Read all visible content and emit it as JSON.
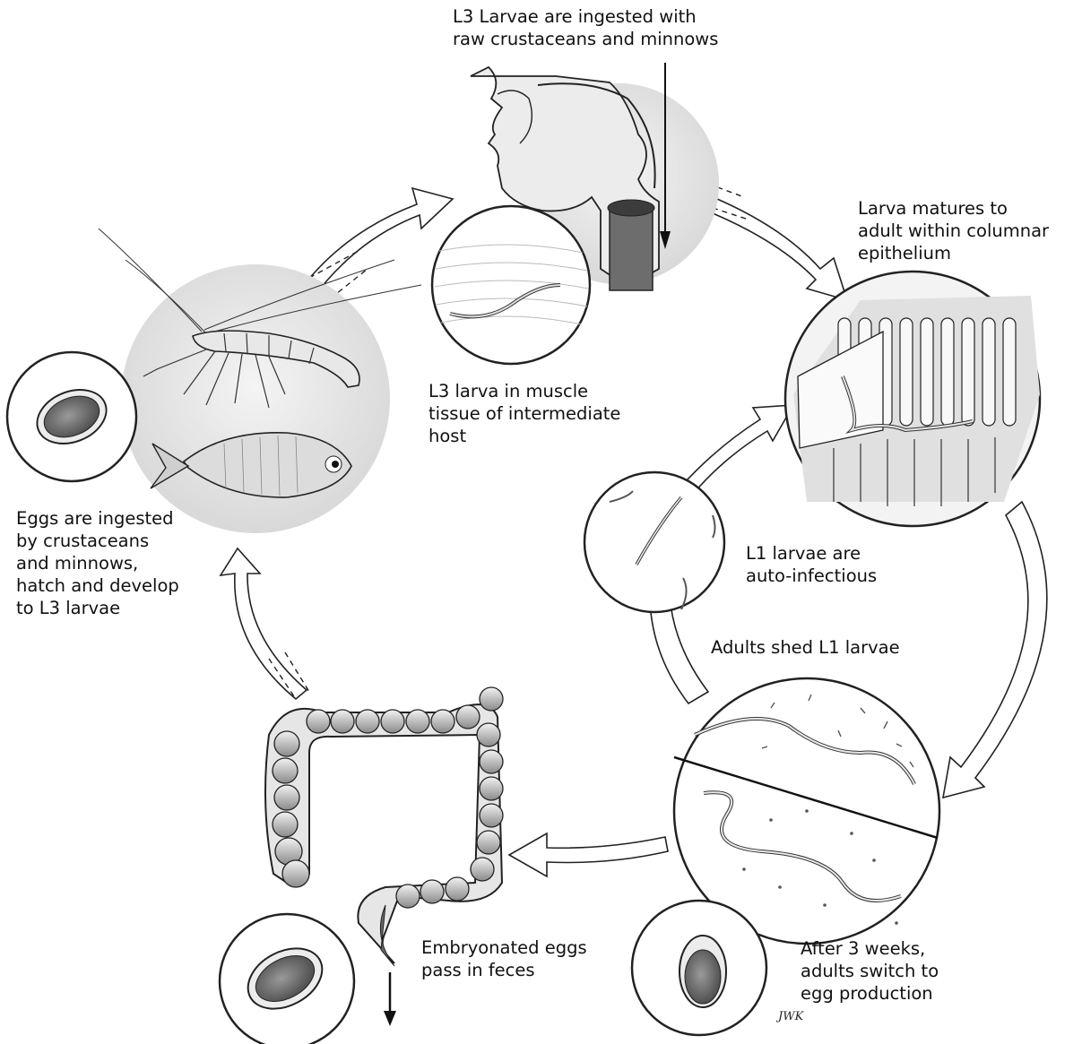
{
  "labels": {
    "ingest": [
      "L3 Larvae are ingested with",
      "raw crustaceans and minnows"
    ],
    "matures": [
      "Larva matures to",
      "adult within columnar",
      "epithelium"
    ],
    "muscle": [
      "L3 larva in muscle",
      "tissue of intermediate",
      "host"
    ],
    "eggs_ingested": [
      "Eggs are ingested",
      "by crustaceans",
      "and minnows,",
      "hatch and develop",
      "to L3 larvae"
    ],
    "auto": [
      "L1 larvae are",
      "auto-infectious"
    ],
    "shed": [
      "Adults shed L1 larvae"
    ],
    "embryonated": [
      "Embryonated eggs",
      "pass in feces"
    ],
    "after": [
      "After 3 weeks,",
      "adults switch to",
      "egg production"
    ]
  },
  "signature": "JWK"
}
